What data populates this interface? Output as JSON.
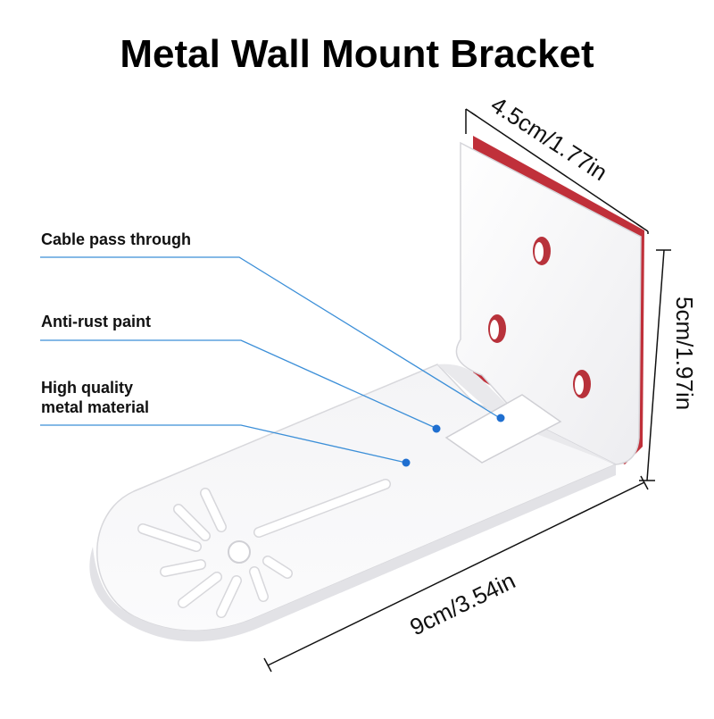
{
  "title": "Metal Wall Mount Bracket",
  "callouts": {
    "cable": "Cable pass through",
    "paint": "Anti-rust paint",
    "material_line1": "High quality",
    "material_line2": "metal material"
  },
  "dimensions": {
    "top": "4.5cm/1.77in",
    "side": "5cm/1.97in",
    "bottom": "9cm/3.54in"
  },
  "colors": {
    "bracket": "#f6f6f7",
    "adhesive": "#c0303a",
    "leader": "#3c8fd8",
    "dot": "#1f6fd0"
  }
}
